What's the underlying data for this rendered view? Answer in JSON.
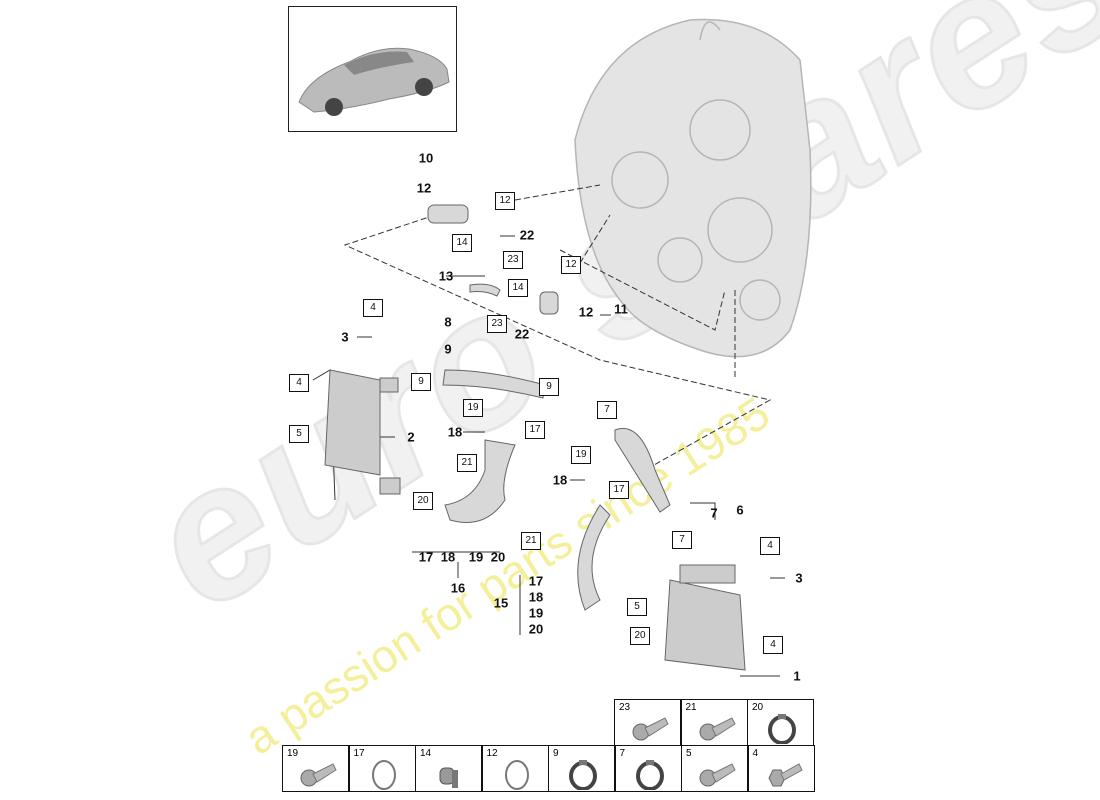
{
  "watermark": {
    "brand": "eurospares",
    "tagline": "a passion for parts since 1985"
  },
  "callouts": {
    "bold": [
      "10",
      "12",
      "22",
      "13",
      "22",
      "11",
      "12",
      "8",
      "9",
      "3",
      "2",
      "18",
      "18",
      "7",
      "6",
      "17",
      "18",
      "19",
      "20",
      "16",
      "15",
      "17",
      "18",
      "19",
      "20",
      "3",
      "1"
    ],
    "boxed": [
      "12",
      "14",
      "23",
      "12",
      "14",
      "23",
      "4",
      "4",
      "9",
      "9",
      "5",
      "19",
      "17",
      "21",
      "7",
      "19",
      "17",
      "20",
      "21",
      "7",
      "4",
      "5",
      "20",
      "4"
    ]
  },
  "parts_table": {
    "top_row": [
      {
        "num": "23",
        "icon": "bolt-icon"
      },
      {
        "num": "21",
        "icon": "bolt-icon"
      },
      {
        "num": "20",
        "icon": "hose-clamp-icon"
      }
    ],
    "bottom_row": [
      {
        "num": "19",
        "icon": "bolt-icon"
      },
      {
        "num": "17",
        "icon": "seal-ring-icon"
      },
      {
        "num": "14",
        "icon": "clip-icon"
      },
      {
        "num": "12",
        "icon": "seal-ring-icon"
      },
      {
        "num": "9",
        "icon": "hose-clamp-icon"
      },
      {
        "num": "7",
        "icon": "hose-clamp-icon"
      },
      {
        "num": "5",
        "icon": "bolt-icon"
      },
      {
        "num": "4",
        "icon": "hex-bolt-icon"
      }
    ]
  }
}
